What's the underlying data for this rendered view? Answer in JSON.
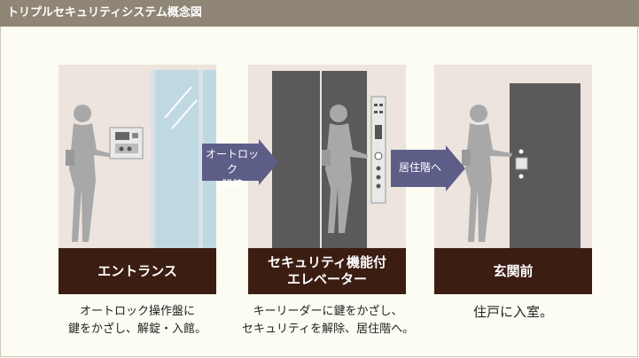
{
  "title": "トリプルセキュリティシステム概念図",
  "steps": [
    {
      "name": "エントランス",
      "desc_line1": "オートロック操作盤に",
      "desc_line2": "鍵をかざし、解錠・入館。"
    },
    {
      "name_line1": "セキュリティ機能付",
      "name_line2": "エレベーター",
      "desc_line1": "キーリーダーに鍵をかざし、",
      "desc_line2": "セキュリティを解除、居住階へ。"
    },
    {
      "name": "玄関前",
      "desc_line1": "住戸に入室。"
    }
  ],
  "arrows": [
    {
      "line1": "オートロック",
      "line2": "解錠"
    },
    {
      "line1": "居住階へ"
    }
  ],
  "colors": {
    "title_bar": "#908676",
    "caption_band": "#3b1d12",
    "arrow": "#5d5e88",
    "silhouette": "#a8a8a8"
  }
}
